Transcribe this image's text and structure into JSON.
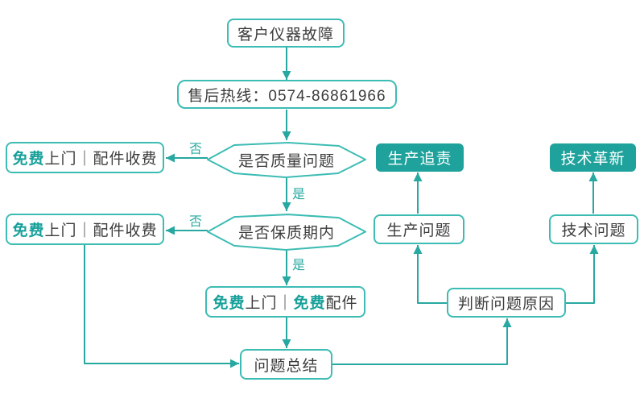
{
  "palette": {
    "fill": "#1ea29b",
    "border": "#3dbcb4",
    "line": "#27a8a1",
    "accent": "#17a09a",
    "ink": "#3c3c3c"
  },
  "flowchart": {
    "start": {
      "label": "客户仪器故障"
    },
    "hotline": {
      "label": "售后热线：0574-86861966"
    },
    "decision_quality": {
      "label": "是否质量问题",
      "no_label": "否",
      "yes_label": "是"
    },
    "decision_warranty": {
      "label": "是否保质期内",
      "no_label": "否",
      "yes_label": "是"
    },
    "free_visit_paid_parts_1": {
      "accent": "免费",
      "rest": "上门｜配件收费"
    },
    "free_visit_paid_parts_2": {
      "accent": "免费",
      "rest": "上门｜配件收费"
    },
    "free_visit_free_parts": {
      "accent1": "免费",
      "mid": "上门｜",
      "accent2": "免费",
      "rest": "配件"
    },
    "summary": {
      "label": "问题总结"
    },
    "judge_cause": {
      "label": "判断问题原因"
    },
    "production_issue": {
      "label": "生产问题"
    },
    "production_accountability": {
      "label": "生产追责"
    },
    "tech_issue": {
      "label": "技术问题"
    },
    "tech_innovation": {
      "label": "技术革新"
    }
  }
}
